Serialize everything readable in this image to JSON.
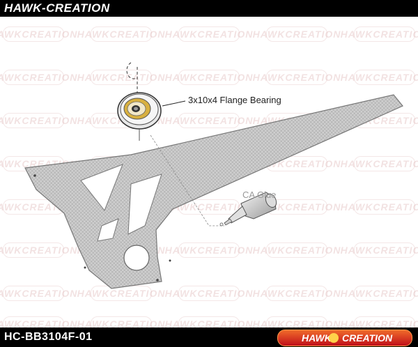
{
  "header": {
    "brand": "HAWK-CREATION"
  },
  "diagram": {
    "bearing_label": "3x10x4 Flange Bearing",
    "glue_label": "CA Glue"
  },
  "footer": {
    "part_number": "HC-BB3104F-01",
    "logo_text_left": "HAWK",
    "logo_text_right": "CREATION"
  },
  "watermark": {
    "text": "HAWKCREATION"
  },
  "colors": {
    "bar": "#000000",
    "frame": "#c8c8c8",
    "bearing_gold": "#d8b040",
    "logo_gradient": [
      "#f06a2a",
      "#c0101a"
    ]
  }
}
